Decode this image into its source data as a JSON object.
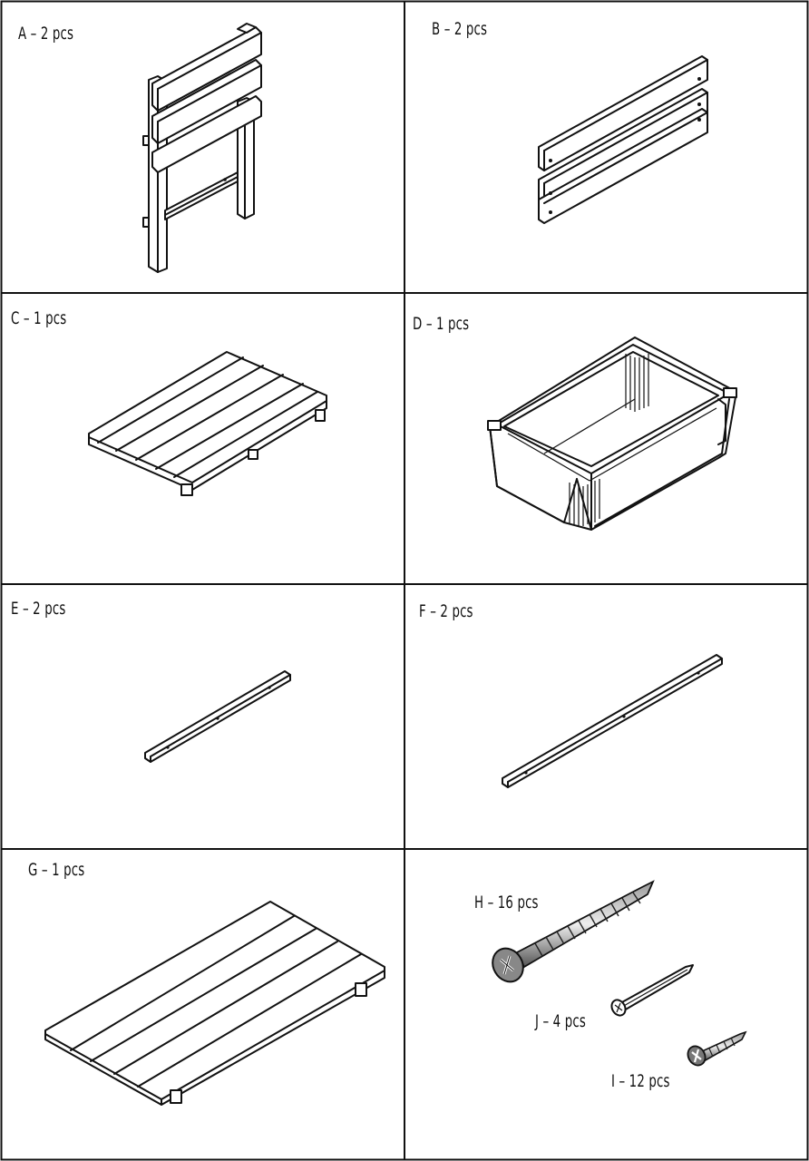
{
  "parts": [
    {
      "id": "A",
      "label": "A – 2 pcs"
    },
    {
      "id": "B",
      "label": "B – 2 pcs"
    },
    {
      "id": "C",
      "label": "C – 1 pcs"
    },
    {
      "id": "D",
      "label": "D – 1 pcs"
    },
    {
      "id": "E",
      "label": "E – 2 pcs"
    },
    {
      "id": "F",
      "label": "F – 2 pcs"
    },
    {
      "id": "G",
      "label": "G – 1 pcs"
    },
    {
      "id": "H",
      "label": "H – 16 pcs"
    },
    {
      "id": "J",
      "label": "J – 4 pcs"
    },
    {
      "id": "I",
      "label": "I – 12 pcs"
    }
  ]
}
